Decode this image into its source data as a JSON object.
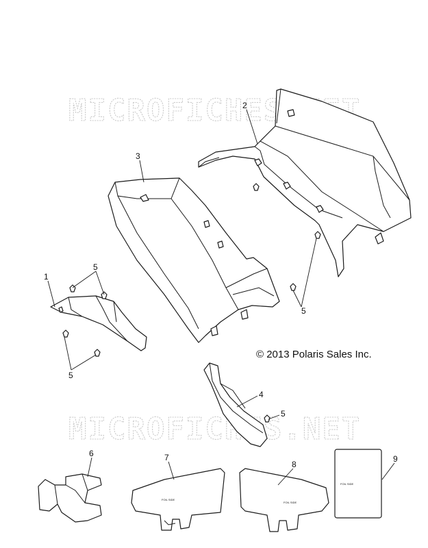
{
  "watermark_text": "MICROFICHES.NET",
  "copyright": "© 2013 Polaris Sales Inc.",
  "decal_text": "FOIL SIDE",
  "callouts": {
    "c1": "1",
    "c2": "2",
    "c3": "3",
    "c4": "4",
    "c5a": "5",
    "c5b": "5",
    "c5c": "5",
    "c5d": "5",
    "c6": "6",
    "c7": "7",
    "c8": "8",
    "c9": "9"
  }
}
